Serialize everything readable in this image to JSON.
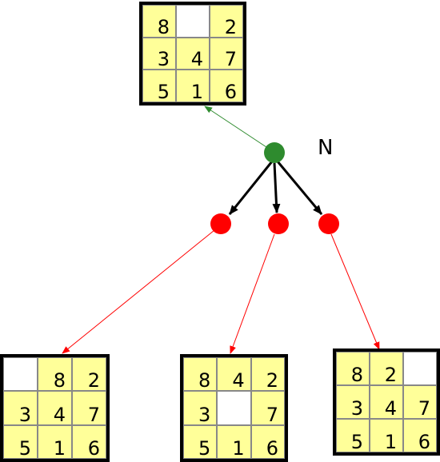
{
  "node_label": "N",
  "colors": {
    "tile": "#ffff99",
    "blank": "#ffffff",
    "parent_node": "#2e8b2e",
    "child_node": "#ff0000",
    "parent_arrow": "#2e8b2e",
    "child_arrow": "#ff0000",
    "node_arrow": "#000000"
  },
  "boards": {
    "top": [
      [
        "8",
        "",
        "2"
      ],
      [
        "3",
        "4",
        "7"
      ],
      [
        "5",
        "1",
        "6"
      ]
    ],
    "left": [
      [
        "",
        "8",
        "2"
      ],
      [
        "3",
        "4",
        "7"
      ],
      [
        "5",
        "1",
        "6"
      ]
    ],
    "mid": [
      [
        "8",
        "4",
        "2"
      ],
      [
        "3",
        "",
        "7"
      ],
      [
        "5",
        "1",
        "6"
      ]
    ],
    "right": [
      [
        "8",
        "2",
        ""
      ],
      [
        "3",
        "4",
        "7"
      ],
      [
        "5",
        "1",
        "6"
      ]
    ]
  }
}
